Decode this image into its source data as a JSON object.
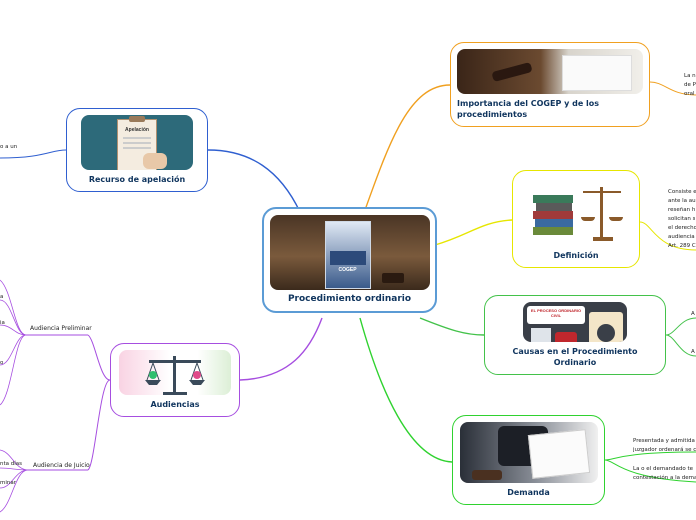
{
  "central": {
    "title": "Procedimiento ordinario",
    "book_label": "COGEP"
  },
  "nodes": {
    "recurso": {
      "title": "Recurso de apelación",
      "sheet_label": "Apelación"
    },
    "audiencias": {
      "title": "Audiencias"
    },
    "importancia": {
      "title": "Importancia del COGEP y de los procedimientos"
    },
    "definicion": {
      "title": "Definición"
    },
    "causas": {
      "title": "Causas en el Procedimiento Ordinario",
      "poster_label": "EL PROCESO ORDINARIO CIVIL"
    },
    "demanda": {
      "title": "Demanda"
    }
  },
  "subtopics": {
    "audiencia_preliminar": "Audiencia Preliminar",
    "audiencia_juicio": "Audiencia de Juicio"
  },
  "fragments": {
    "recurso_left": "o a un",
    "prelim": [
      "a",
      "ia",
      "o"
    ],
    "juicio": [
      "nta días",
      "minar"
    ],
    "importancia_right": [
      "La n",
      "de P",
      "oral"
    ],
    "definicion_right": [
      "Consiste e",
      "ante la au",
      "reseñan h",
      "solicitan s",
      "el derecho",
      "audiencia",
      "Art. 289 C"
    ],
    "causas_right": [
      "A",
      "A"
    ],
    "demanda_right": [
      "Presentada y admitida",
      "juzgador ordenará se c",
      "La o el demandado te",
      "contestación a la dema"
    ]
  },
  "colors": {
    "central": "#5b9bd5",
    "recurso": "#2f5fd0",
    "audiencias": "#a64ee0",
    "importancia": "#f0a020",
    "definicion": "#e6e600",
    "causas": "#43c24a",
    "demanda": "#2fd22f"
  }
}
